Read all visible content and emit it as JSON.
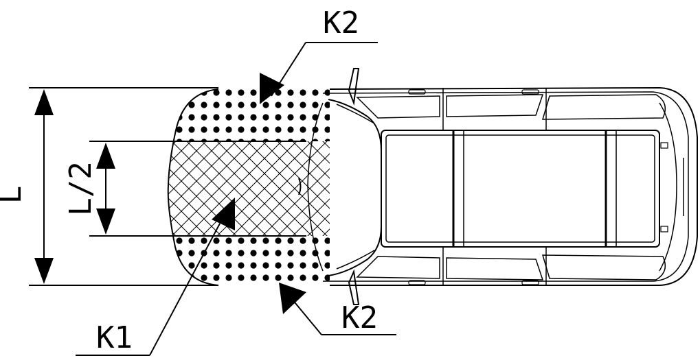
{
  "labels": {
    "k2_top": "K2",
    "k2_bottom": "K2",
    "k1": "K1",
    "dim_full": "L",
    "dim_half": "L/2"
  },
  "colors": {
    "ink": "#000000",
    "background": "#ffffff"
  }
}
